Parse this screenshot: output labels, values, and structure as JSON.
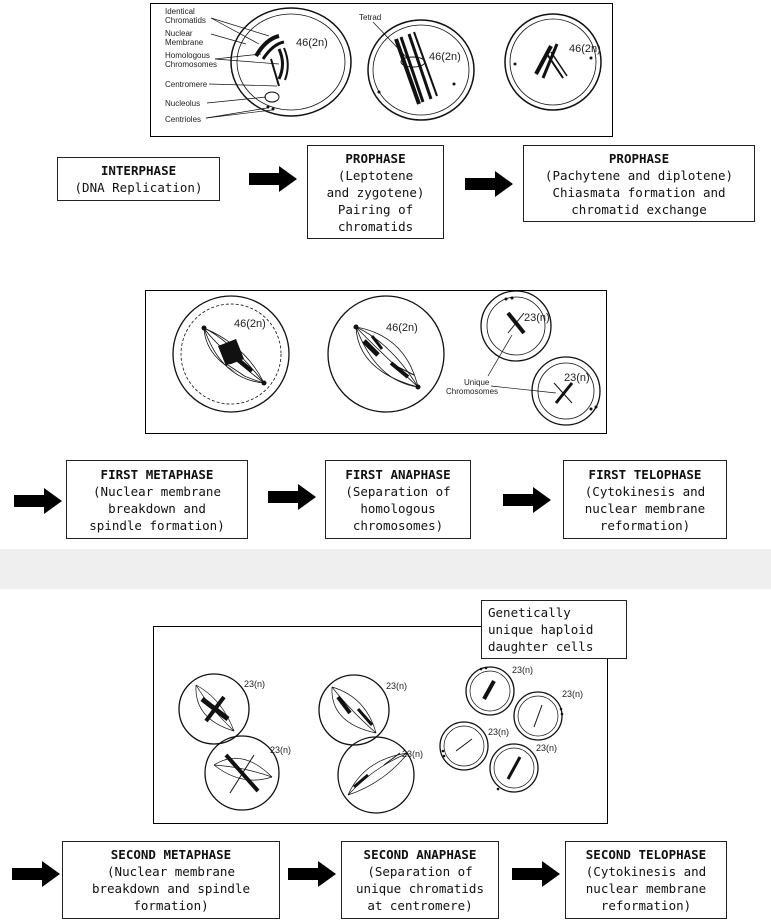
{
  "panel1": {
    "labels": [
      "Identical",
      "Chromatids",
      "Nuclear",
      "Membrane",
      "Homologous",
      "Chromosomes",
      "Centromere",
      "Nucleolus",
      "Centrioles",
      "Tetrad"
    ],
    "counts": [
      "46(2n)",
      "46(2n)",
      "46(2n)"
    ]
  },
  "panel2": {
    "counts": [
      "46(2n)",
      "46(2n)",
      "23(n)",
      "23(n)"
    ],
    "labels": [
      "Unique",
      "Chromosomes"
    ]
  },
  "panel3": {
    "counts": [
      "23(n)",
      "23(n)",
      "23(n)",
      "23(n)",
      "23(n)",
      "23(n)",
      "23(n)",
      "23(n)"
    ]
  },
  "callout": [
    "Genetically",
    "unique haploid",
    "daughter cells"
  ],
  "stages": [
    {
      "title": "INTERPHASE",
      "lines": [
        "(DNA Replication)"
      ]
    },
    {
      "title": "PROPHASE",
      "lines": [
        "(Leptotene",
        "and zygotene)",
        "Pairing of",
        "chromatids"
      ]
    },
    {
      "title": "PROPHASE",
      "lines": [
        "(Pachytene and diplotene)",
        "Chiasmata formation and",
        "chromatid exchange"
      ]
    },
    {
      "title": "FIRST METAPHASE",
      "lines": [
        "(Nuclear membrane",
        "breakdown and",
        "spindle formation)"
      ]
    },
    {
      "title": "FIRST ANAPHASE",
      "lines": [
        "(Separation of",
        "homologous",
        "chromosomes)"
      ]
    },
    {
      "title": "FIRST TELOPHASE",
      "lines": [
        "(Cytokinesis and",
        "nuclear membrane",
        "reformation)"
      ]
    },
    {
      "title": "SECOND METAPHASE",
      "lines": [
        "(Nuclear membrane",
        "breakdown and spindle",
        "formation)"
      ]
    },
    {
      "title": "SECOND ANAPHASE",
      "lines": [
        "(Separation of",
        "unique chromatids",
        "at centromere)"
      ]
    },
    {
      "title": "SECOND TELOPHASE",
      "lines": [
        "(Cytokinesis and",
        "nuclear membrane",
        "reformation)"
      ]
    }
  ],
  "colors": {
    "ink": "#111111",
    "band": "#efefef"
  }
}
